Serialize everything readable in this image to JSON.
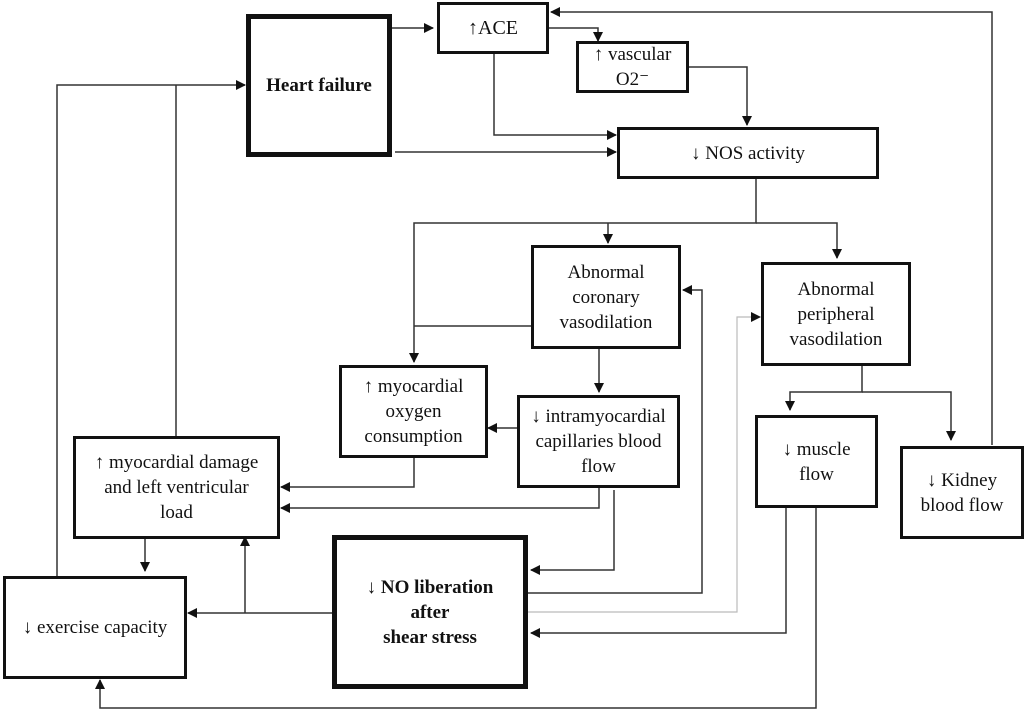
{
  "diagram": {
    "nodes": {
      "heart_failure": "Heart failure",
      "ace": "↑ACE",
      "vascular_o2": "↑ vascular\nO2⁻",
      "nos_activity": "↓ NOS activity",
      "coronary_vasodilation": "Abnormal\ncoronary\nvasodilation",
      "peripheral_vasodilation": "Abnormal\nperipheral\nvasodilation",
      "myocardial_oxygen": "↑ myocardial\noxygen\nconsumption",
      "intramyocardial_flow": "↓ intramyocardial\ncapillaries blood\nflow",
      "myocardial_damage": "↑ myocardial damage\nand left ventricular\nload",
      "muscle_flow": "↓ muscle\nflow",
      "kidney_flow": "↓ Kidney\nblood flow",
      "no_liberation": "↓ NO liberation\nafter\nshear stress",
      "exercise_capacity": "↓ exercise capacity"
    },
    "colors": {
      "line": "#333333",
      "faint_line": "#bbbbbb",
      "box_border": "#111111"
    }
  }
}
